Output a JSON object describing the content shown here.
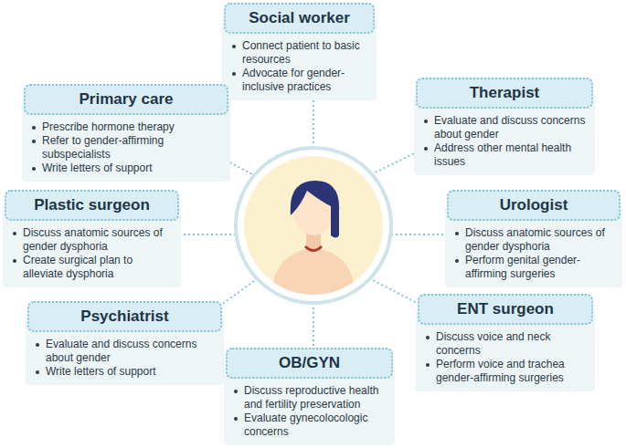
{
  "diagram": {
    "nodes": [
      {
        "text": [
          "Social worker",
          "Connect patient to basic resources",
          "Advocate for gender-inclusive practices"
        ]
      },
      {
        "text": [
          "Primary care",
          "Prescribe hormone therapy",
          "Refer to gender-affirming subspecialists",
          "Write letters of support"
        ]
      },
      {
        "text": [
          "Therapist",
          "Evaluate and discuss concerns about gender",
          "Address other mental health issues"
        ]
      },
      {
        "text": [
          "Plastic surgeon",
          "Discuss anatomic sources of gender dysphoria",
          "Create surgical plan to alleviate dysphoria"
        ]
      },
      {
        "text": [
          "Urologist",
          "Discuss anatomic sources of gender dysphoria",
          "Perform genital gender-affirming surgeries"
        ]
      },
      {
        "text": [
          "Psychiatrist",
          "Evaluate and discuss concerns about gender",
          "Write letters of support"
        ]
      },
      {
        "text": [
          "ENT surgeon",
          "Discuss voice and neck concerns",
          "Perform voice and trachea gender-affirming surgeries"
        ]
      },
      {
        "text": [
          "OB/GYN",
          "Discuss reproductive health and fertility preservation",
          "Evaluate gynecolocologic concerns"
        ]
      }
    ]
  }
}
